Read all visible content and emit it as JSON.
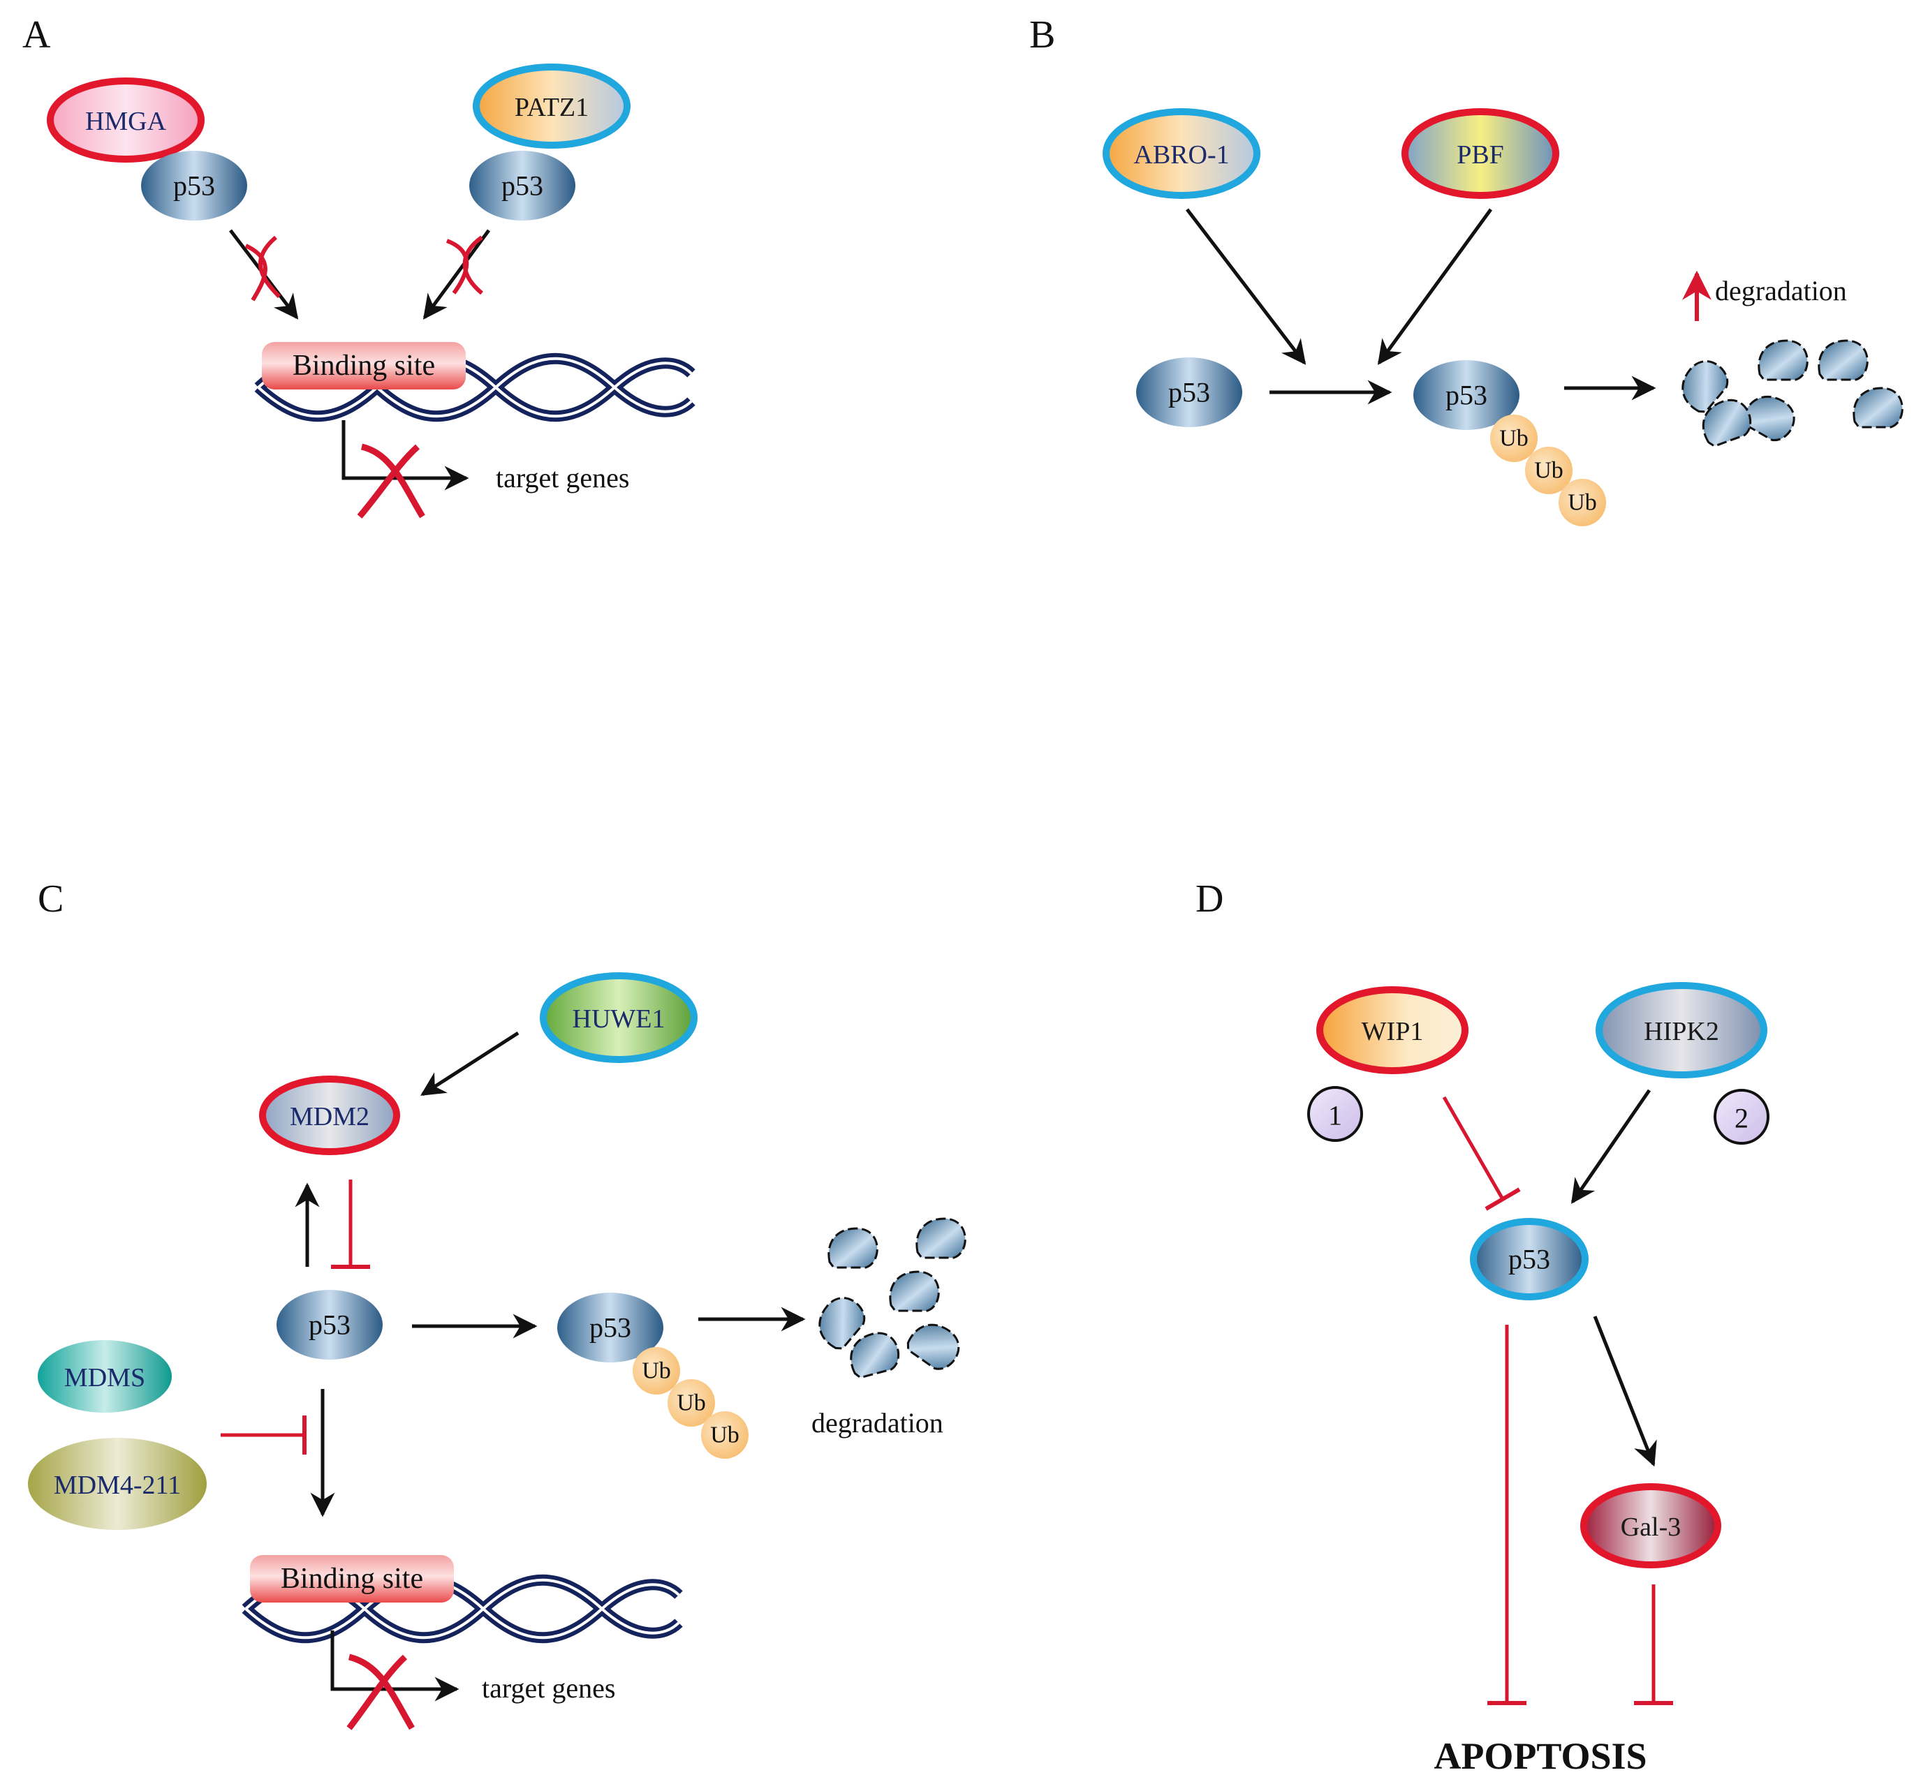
{
  "panels": {
    "A": {
      "letter": "A",
      "hmga": "HMGA",
      "patz1": "PATZ1",
      "p53": "p53",
      "binding_site": "Binding site",
      "target_genes": "target genes"
    },
    "B": {
      "letter": "B",
      "abro1": "ABRO-1",
      "pbf": "PBF",
      "p53": "p53",
      "ub": "Ub",
      "degradation": "degradation"
    },
    "C": {
      "letter": "C",
      "huwe1": "HUWE1",
      "mdm2": "MDM2",
      "mdms": "MDMS",
      "mdm4_211": "MDM4-211",
      "p53": "p53",
      "ub": "Ub",
      "degradation": "degradation",
      "binding_site": "Binding site",
      "target_genes": "target genes"
    },
    "D": {
      "letter": "D",
      "wip1": "WIP1",
      "hipk2": "HIPK2",
      "num1": "1",
      "num2": "2",
      "p53": "p53",
      "gal3": "Gal-3",
      "apoptosis": "APOPTOSIS"
    }
  },
  "colors": {
    "activation_arrow": "#111111",
    "inhibition": "#d7172f",
    "border_red": "#e3172c",
    "border_blue": "#1fa7de",
    "dna_strand": "#14235c",
    "text_navy": "#1b2a6b",
    "p53_fill": "#4a7fa8"
  }
}
